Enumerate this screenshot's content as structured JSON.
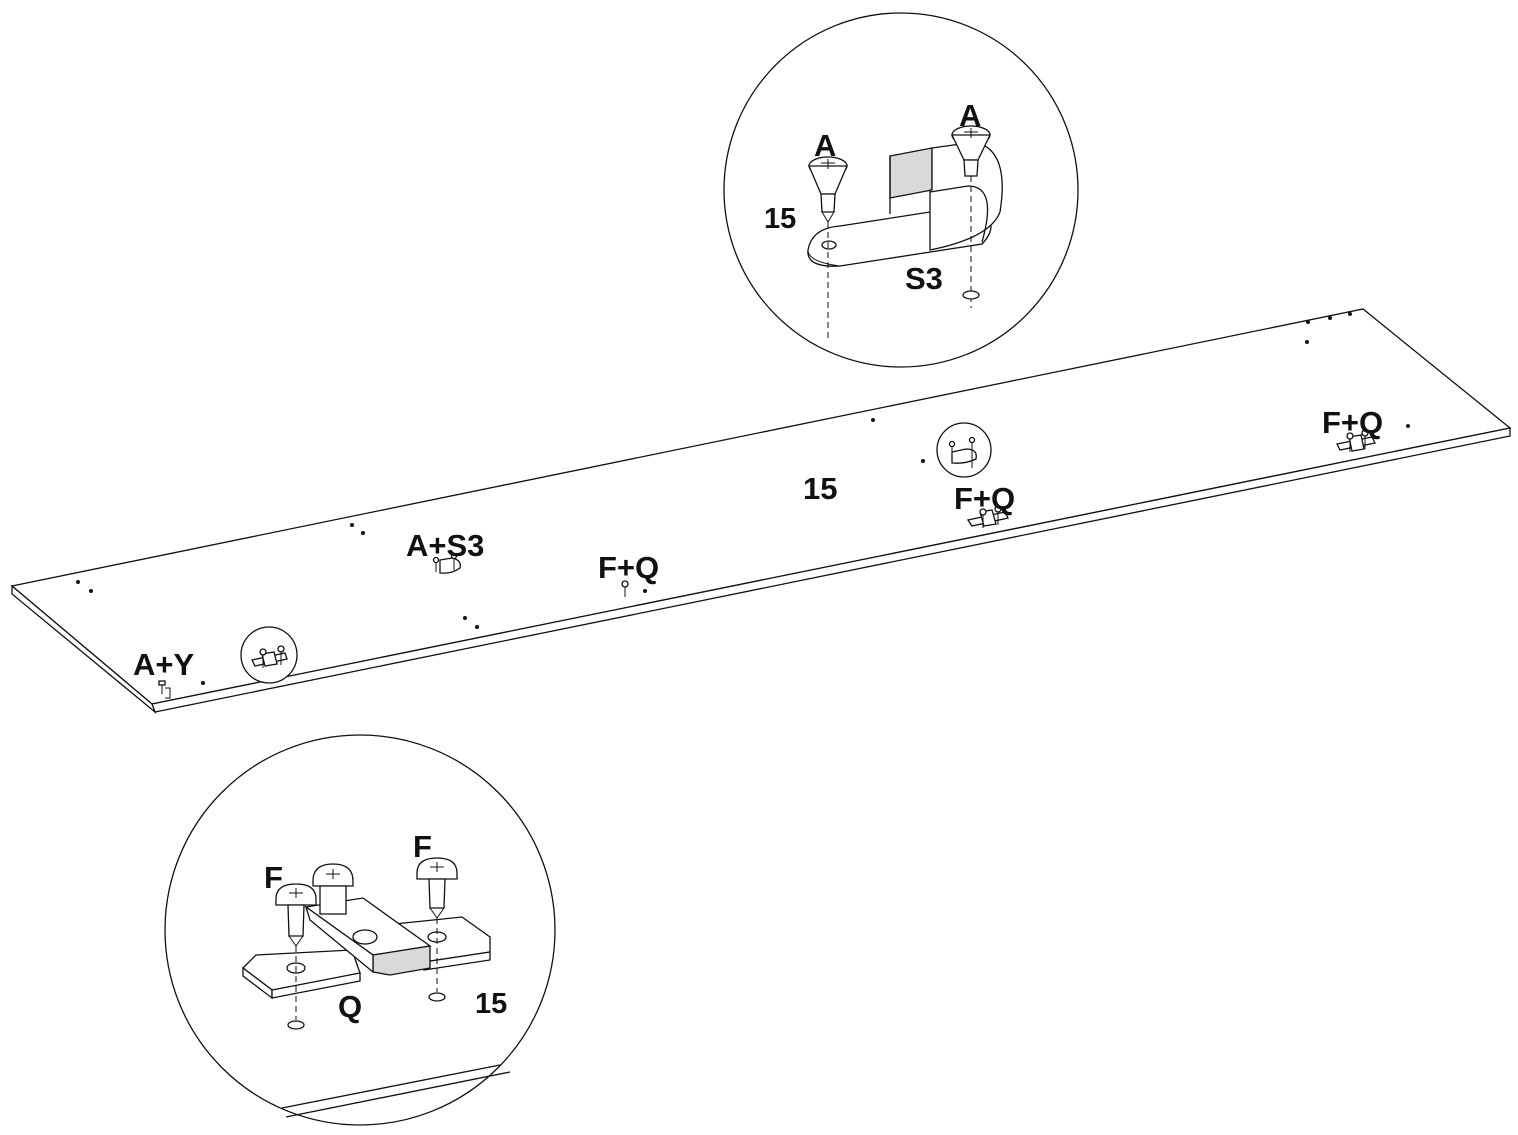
{
  "labels": {
    "panel_a_y": "A+Y",
    "panel_a_s3": "A+S3",
    "panel_f_q_left": "F+Q",
    "panel_thickness": "15",
    "panel_f_q_middle": "F+Q",
    "panel_f_q_right": "F+Q",
    "detail_top_screw_left": "A",
    "detail_top_screw_right": "A",
    "detail_top_thickness": "15",
    "detail_top_part": "S3",
    "detail_bottom_screw_left": "F",
    "detail_bottom_screw_right": "F",
    "detail_bottom_part": "Q",
    "detail_bottom_thickness": "15"
  },
  "colors": {
    "line": "#111111",
    "background": "#ffffff",
    "shade": "#d9d9d9"
  }
}
